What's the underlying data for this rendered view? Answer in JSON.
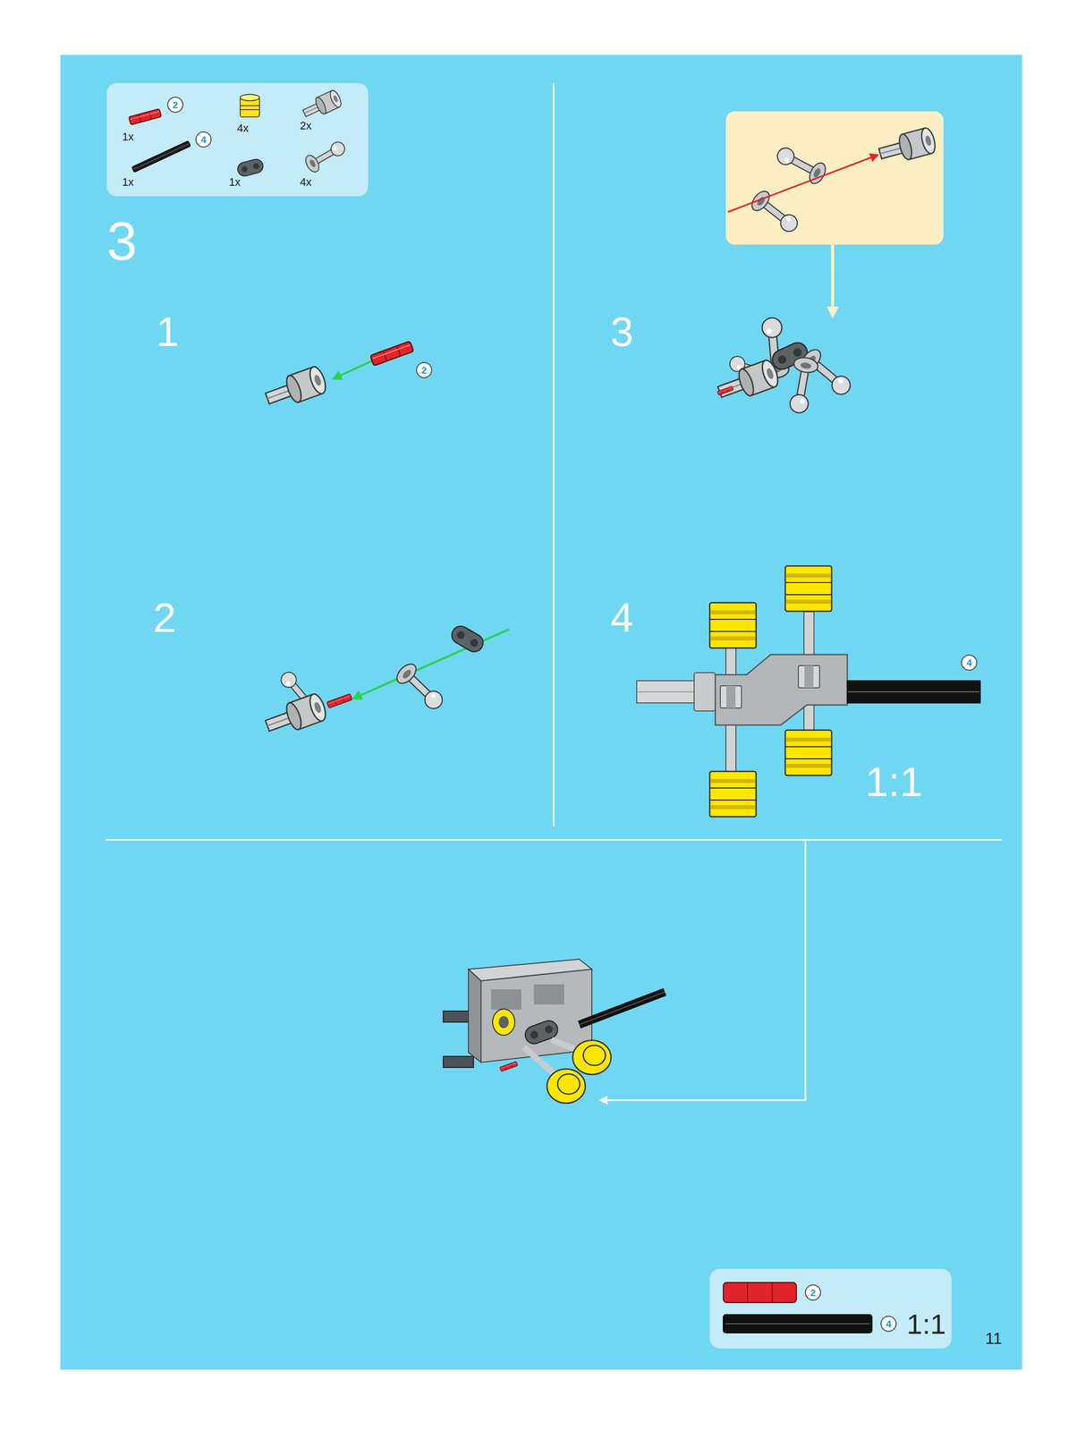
{
  "diagram": {
    "nodes": [
      {
        "text": [
          "1x",
          "1x",
          "4x",
          "1x",
          "2x",
          "4x"
        ]
      },
      {
        "text": [
          "2"
        ],
        "in": 0
      },
      {
        "text": [
          "4"
        ],
        "in": 0
      },
      {
        "text": [
          "2"
        ]
      },
      {
        "text": [
          "4"
        ]
      },
      {
        "text": [
          "1:1"
        ]
      },
      {
        "text": [
          "2"
        ],
        "in": 5
      },
      {
        "text": [
          "4"
        ],
        "in": 5
      }
    ],
    "labels": [
      "3",
      "1",
      "2",
      "3",
      "4",
      "1:1",
      "11"
    ]
  }
}
